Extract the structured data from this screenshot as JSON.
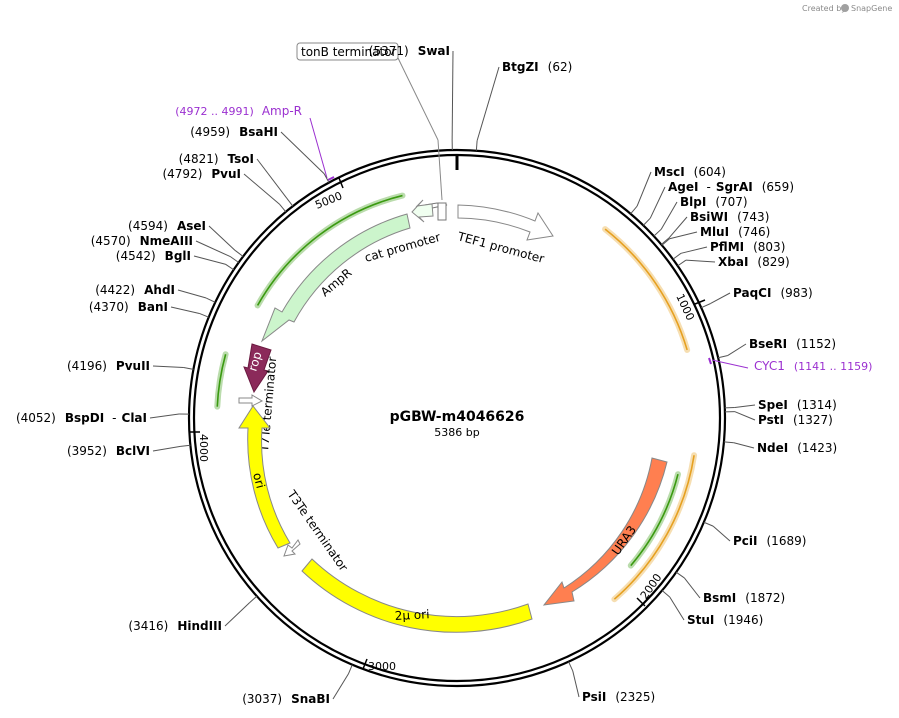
{
  "header": {
    "created_by": "Created by",
    "app_name": "SnapGene",
    "logo_icon": "snapgene-logo-icon"
  },
  "plasmid": {
    "name": "pGBW-m4046626",
    "length_label": "5386 bp",
    "length": 5386
  },
  "ticks": [
    "1000",
    "2000",
    "3000",
    "4000",
    "5000"
  ],
  "enzymes": [
    {
      "name": "SwaI",
      "pos": "(5371)"
    },
    {
      "name": "BtgZI",
      "pos": "(62)"
    },
    {
      "name": "MscI",
      "pos": "(604)"
    },
    {
      "name": "AgeI",
      "pos": "(659)",
      "alias": "SgrAI"
    },
    {
      "name": "BlpI",
      "pos": "(707)"
    },
    {
      "name": "BsiWI",
      "pos": "(743)"
    },
    {
      "name": "MluI",
      "pos": "(746)"
    },
    {
      "name": "PflMI",
      "pos": "(803)"
    },
    {
      "name": "XbaI",
      "pos": "(829)"
    },
    {
      "name": "PaqCI",
      "pos": "(983)"
    },
    {
      "name": "BseRI",
      "pos": "(1152)"
    },
    {
      "name": "SpeI",
      "pos": "(1314)"
    },
    {
      "name": "PstI",
      "pos": "(1327)"
    },
    {
      "name": "NdeI",
      "pos": "(1423)"
    },
    {
      "name": "PciI",
      "pos": "(1689)"
    },
    {
      "name": "BsmI",
      "pos": "(1872)"
    },
    {
      "name": "StuI",
      "pos": "(1946)"
    },
    {
      "name": "PsiI",
      "pos": "(2325)"
    },
    {
      "name": "SnaBI",
      "pos": "(3037)"
    },
    {
      "name": "HindIII",
      "pos": "(3416)"
    },
    {
      "name": "BclVI",
      "pos": "(3952)"
    },
    {
      "name": "BspDI",
      "pos": "(4052)",
      "alias": "ClaI"
    },
    {
      "name": "PvuII",
      "pos": "(4196)"
    },
    {
      "name": "BanI",
      "pos": "(4370)"
    },
    {
      "name": "AhdI",
      "pos": "(4422)"
    },
    {
      "name": "BglI",
      "pos": "(4542)"
    },
    {
      "name": "NmeAIII",
      "pos": "(4570)"
    },
    {
      "name": "AseI",
      "pos": "(4594)"
    },
    {
      "name": "PvuI",
      "pos": "(4792)"
    },
    {
      "name": "TsoI",
      "pos": "(4821)"
    },
    {
      "name": "BsaHI",
      "pos": "(4959)"
    }
  ],
  "primer_sites": [
    {
      "name": "Amp-R",
      "range": "(4972 .. 4991)",
      "color": "#9b30d0"
    },
    {
      "name": "CYC1",
      "range": "(1141 .. 1159)",
      "color": "#9b30d0"
    }
  ],
  "features": [
    {
      "name": "tonB terminator",
      "color": "#ffffff"
    },
    {
      "name": "TEF1 promoter",
      "color": "#ffffff"
    },
    {
      "name": "cat promoter",
      "color": "#ffffff"
    },
    {
      "name": "AmpR",
      "color": "#ccf5cc"
    },
    {
      "name": "rop",
      "color": "#8b2a5a"
    },
    {
      "name": "T7Te terminator",
      "color": "#ffffff"
    },
    {
      "name": "ori",
      "color": "#ffff00"
    },
    {
      "name": "T3Te terminator",
      "color": "#ffffff"
    },
    {
      "name": "2μ ori",
      "color": "#ffff00"
    },
    {
      "name": "URA3",
      "color": "#ff7f50"
    }
  ],
  "colors": {
    "backbone": "#000000",
    "orange_arc": "#e6a020",
    "green_arc": "#3a9a10",
    "primer": "#9b30d0"
  }
}
